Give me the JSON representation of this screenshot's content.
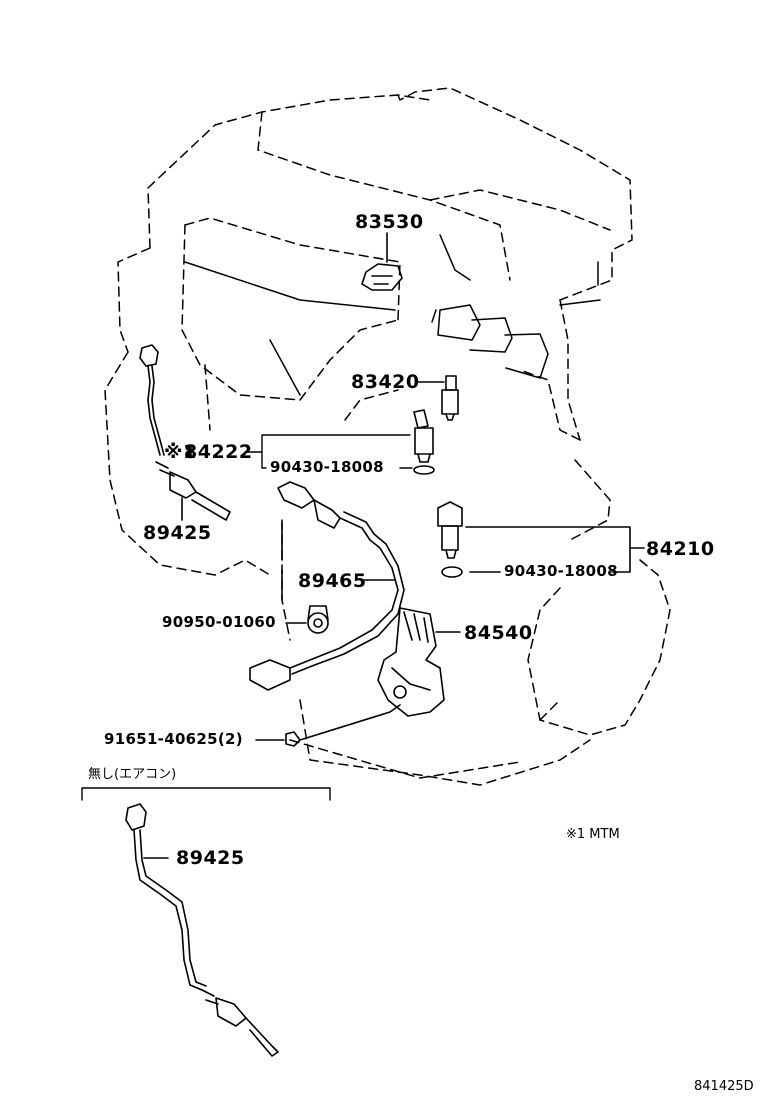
{
  "parts": {
    "p83530": "83530",
    "p83420": "83420",
    "p84222": "84222",
    "p84222_mark": "※1",
    "p90430_a": "90430-18008",
    "p89425_a": "89425",
    "p89465": "89465",
    "p84210": "84210",
    "p90430_b": "90430-18008",
    "p90950": "90950-01060",
    "p84540": "84540",
    "p91651": "91651-40625(2)",
    "p89425_b": "89425"
  },
  "notes": {
    "variant_header": "無し(エアコン)",
    "footnote": "※1 MTM",
    "diagram_code": "841425D"
  },
  "colors": {
    "line": "#000000",
    "background": "#ffffff"
  }
}
